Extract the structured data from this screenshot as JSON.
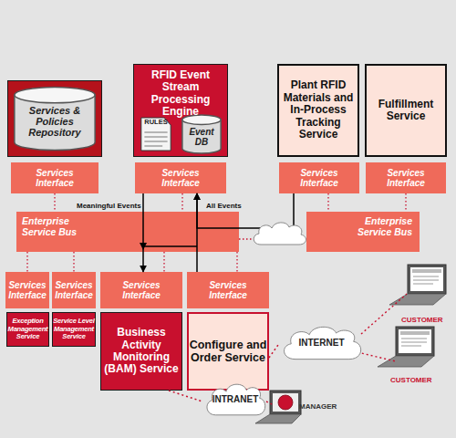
{
  "diagram": {
    "nodes": [
      {
        "text": [
          "Services & Policies Repository"
        ]
      },
      {
        "text": [
          "RFID Event Stream Processing Engine"
        ]
      },
      {
        "text": [
          "RULES"
        ],
        "in": 1
      },
      {
        "text": [
          "Event DB"
        ],
        "in": 1
      },
      {
        "text": [
          "Plant RFID Materials and In-Process Tracking Service"
        ]
      },
      {
        "text": [
          "Fulfillment Service"
        ]
      },
      {
        "text": [
          "Services Interface"
        ]
      },
      {
        "text": [
          "Services Interface"
        ]
      },
      {
        "text": [
          "Services Interface"
        ]
      },
      {
        "text": [
          "Services Interface"
        ]
      },
      {
        "text": [
          "Enterprise Service Bus"
        ]
      },
      {
        "text": [
          "Enterprise Service Bus"
        ]
      },
      {
        "text": [
          "Services Interface"
        ]
      },
      {
        "text": [
          "Services Interface"
        ]
      },
      {
        "text": [
          "Services Interface"
        ]
      },
      {
        "text": [
          "Services Interface"
        ]
      },
      {
        "text": [
          "Exception Management Service"
        ]
      },
      {
        "text": [
          "Service Level Management Service"
        ]
      },
      {
        "text": [
          "Business Activity Monitoring (BAM) Service"
        ]
      },
      {
        "text": [
          "Configure and Order Service"
        ]
      },
      {
        "text": [
          "INTERNET"
        ]
      },
      {
        "text": [
          "INTRANET"
        ]
      }
    ],
    "edges": [
      {
        "from": 7,
        "to": 14,
        "label": "Meaningful Events",
        "arrow": "to"
      },
      {
        "from": 8,
        "to": 7,
        "label": "All Events",
        "arrow": "to"
      },
      {
        "from": 15,
        "to": 7,
        "arrow": "to"
      },
      {
        "from": 6,
        "to": 10,
        "arrow": "none"
      },
      {
        "from": 7,
        "to": 10,
        "arrow": "none"
      },
      {
        "from": 8,
        "to": 11,
        "arrow": "none"
      },
      {
        "from": 9,
        "to": 11,
        "arrow": "none"
      },
      {
        "from": 10,
        "to": 11,
        "arrow": "none"
      },
      {
        "from": 10,
        "to": 12,
        "arrow": "none"
      },
      {
        "from": 10,
        "to": 13,
        "arrow": "none"
      },
      {
        "from": 10,
        "to": 14,
        "arrow": "none"
      },
      {
        "from": 10,
        "to": 15,
        "arrow": "none"
      },
      {
        "from": 19,
        "to": 20,
        "arrow": "none"
      },
      {
        "from": 18,
        "to": 21,
        "arrow": "none"
      }
    ],
    "labels": [
      "CUSTOMER",
      "CUSTOMER",
      "MANAGER"
    ]
  }
}
